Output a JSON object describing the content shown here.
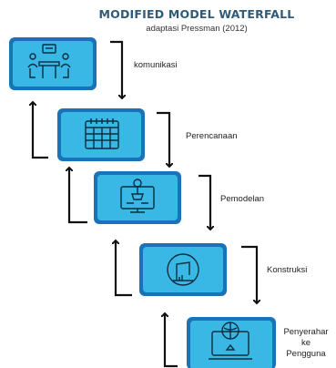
{
  "diagram": {
    "title": "MODIFIED MODEL WATERFALL",
    "subtitle": "adaptasi Pressman (2012)",
    "stages": [
      {
        "label": "komunikasi",
        "icon": "meeting-icon"
      },
      {
        "label": "Perencanaan",
        "icon": "calendar-icon"
      },
      {
        "label": "Pemodelan",
        "icon": "monitor-design-icon"
      },
      {
        "label": "Konstruksi",
        "icon": "crane-icon"
      },
      {
        "label_lines": [
          "Penyerahar",
          "ke",
          "Pengguna"
        ],
        "icon": "laptop-globe-icon"
      }
    ],
    "colors": {
      "box_fill": "#39b8e6",
      "box_border": "#1a73b8",
      "icon_stroke": "#0d2d3f",
      "arrow": "#111111",
      "title": "#2f5a7a"
    }
  }
}
